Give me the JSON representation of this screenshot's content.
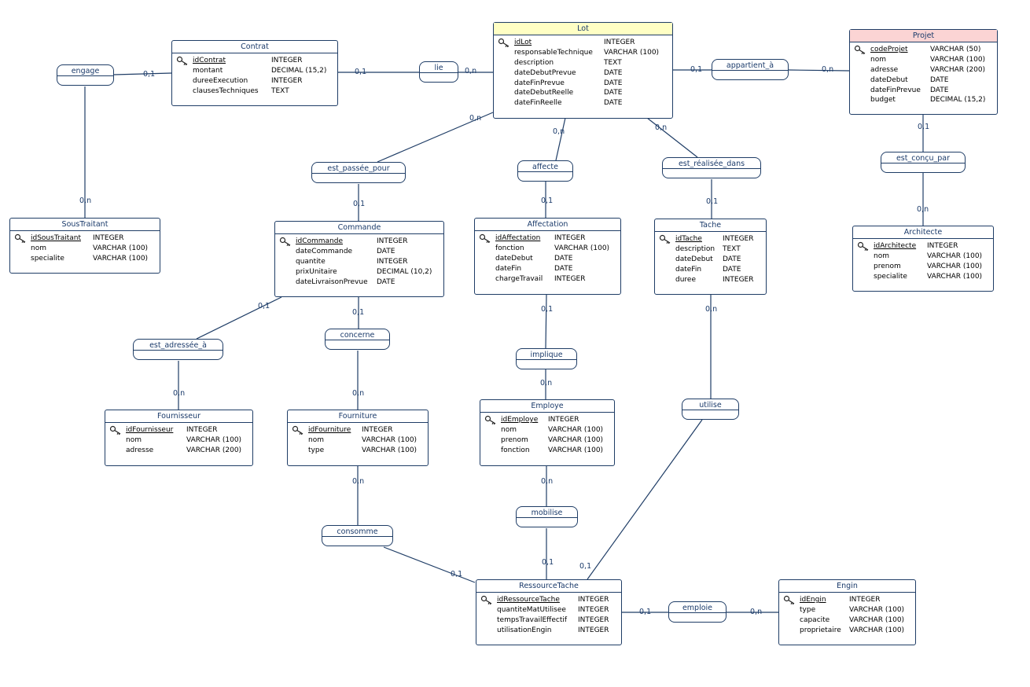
{
  "entities": [
    {
      "id": "Lot",
      "name": "Lot",
      "style": "yellow",
      "attributes": [
        {
          "name": "idLot",
          "type": "INTEGER",
          "key": true
        },
        {
          "name": "responsableTechnique",
          "type": "VARCHAR (100)"
        },
        {
          "name": "description",
          "type": "TEXT"
        },
        {
          "name": "dateDebutPrevue",
          "type": "DATE"
        },
        {
          "name": "dateFinPrevue",
          "type": "DATE"
        },
        {
          "name": "dateDebutReelle",
          "type": "DATE"
        },
        {
          "name": "dateFinReelle",
          "type": "DATE"
        }
      ]
    },
    {
      "id": "Projet",
      "name": "Projet",
      "style": "pink",
      "attributes": [
        {
          "name": "codeProjet",
          "type": "VARCHAR (50)",
          "key": true
        },
        {
          "name": "nom",
          "type": "VARCHAR (100)"
        },
        {
          "name": "adresse",
          "type": "VARCHAR (200)"
        },
        {
          "name": "dateDebut",
          "type": "DATE"
        },
        {
          "name": "dateFinPrevue",
          "type": "DATE"
        },
        {
          "name": "budget",
          "type": "DECIMAL (15,2)"
        }
      ]
    },
    {
      "id": "Contrat",
      "name": "Contrat",
      "attributes": [
        {
          "name": "idContrat",
          "type": "INTEGER",
          "key": true
        },
        {
          "name": "montant",
          "type": "DECIMAL (15,2)"
        },
        {
          "name": "dureeExecution",
          "type": "INTEGER"
        },
        {
          "name": "clausesTechniques",
          "type": "TEXT"
        }
      ]
    },
    {
      "id": "SousTraitant",
      "name": "SousTraitant",
      "attributes": [
        {
          "name": "idSousTraitant",
          "type": "INTEGER",
          "key": true
        },
        {
          "name": "nom",
          "type": "VARCHAR (100)"
        },
        {
          "name": "specialite",
          "type": "VARCHAR (100)"
        }
      ]
    },
    {
      "id": "Commande",
      "name": "Commande",
      "attributes": [
        {
          "name": "idCommande",
          "type": "INTEGER",
          "key": true
        },
        {
          "name": "dateCommande",
          "type": "DATE"
        },
        {
          "name": "quantite",
          "type": "INTEGER"
        },
        {
          "name": "prixUnitaire",
          "type": "DECIMAL (10,2)"
        },
        {
          "name": "dateLivraisonPrevue",
          "type": "DATE"
        }
      ]
    },
    {
      "id": "Affectation",
      "name": "Affectation",
      "attributes": [
        {
          "name": "idAffectation",
          "type": "INTEGER",
          "key": true
        },
        {
          "name": "fonction",
          "type": "VARCHAR (100)"
        },
        {
          "name": "dateDebut",
          "type": "DATE"
        },
        {
          "name": "dateFin",
          "type": "DATE"
        },
        {
          "name": "chargeTravail",
          "type": "INTEGER"
        }
      ]
    },
    {
      "id": "Tache",
      "name": "Tache",
      "attributes": [
        {
          "name": "idTache",
          "type": "INTEGER",
          "key": true
        },
        {
          "name": "description",
          "type": "TEXT"
        },
        {
          "name": "dateDebut",
          "type": "DATE"
        },
        {
          "name": "dateFin",
          "type": "DATE"
        },
        {
          "name": "duree",
          "type": "INTEGER"
        }
      ]
    },
    {
      "id": "Architecte",
      "name": "Architecte",
      "attributes": [
        {
          "name": "idArchitecte",
          "type": "INTEGER",
          "key": true
        },
        {
          "name": "nom",
          "type": "VARCHAR (100)"
        },
        {
          "name": "prenom",
          "type": "VARCHAR (100)"
        },
        {
          "name": "specialite",
          "type": "VARCHAR (100)"
        }
      ]
    },
    {
      "id": "Fournisseur",
      "name": "Fournisseur",
      "attributes": [
        {
          "name": "idFournisseur",
          "type": "INTEGER",
          "key": true
        },
        {
          "name": "nom",
          "type": "VARCHAR (100)"
        },
        {
          "name": "adresse",
          "type": "VARCHAR (200)"
        }
      ]
    },
    {
      "id": "Fourniture",
      "name": "Fourniture",
      "attributes": [
        {
          "name": "idFourniture",
          "type": "INTEGER",
          "key": true
        },
        {
          "name": "nom",
          "type": "VARCHAR (100)"
        },
        {
          "name": "type",
          "type": "VARCHAR (100)"
        }
      ]
    },
    {
      "id": "Employe",
      "name": "Employe",
      "attributes": [
        {
          "name": "idEmploye",
          "type": "INTEGER",
          "key": true
        },
        {
          "name": "nom",
          "type": "VARCHAR (100)"
        },
        {
          "name": "prenom",
          "type": "VARCHAR (100)"
        },
        {
          "name": "fonction",
          "type": "VARCHAR (100)"
        }
      ]
    },
    {
      "id": "RessourceTache",
      "name": "RessourceTache",
      "attributes": [
        {
          "name": "idRessourceTache",
          "type": "INTEGER",
          "key": true
        },
        {
          "name": "quantiteMatUtilisee",
          "type": "INTEGER"
        },
        {
          "name": "tempsTravailEffectif",
          "type": "INTEGER"
        },
        {
          "name": "utilisationEngin",
          "type": "INTEGER"
        }
      ]
    },
    {
      "id": "Engin",
      "name": "Engin",
      "attributes": [
        {
          "name": "idEngin",
          "type": "INTEGER",
          "key": true
        },
        {
          "name": "type",
          "type": "VARCHAR (100)"
        },
        {
          "name": "capacite",
          "type": "VARCHAR (100)"
        },
        {
          "name": "proprietaire",
          "type": "VARCHAR (100)"
        }
      ]
    }
  ],
  "relationships": [
    {
      "id": "engage",
      "label": "engage"
    },
    {
      "id": "lie",
      "label": "lie"
    },
    {
      "id": "appartient_a",
      "label": "appartient_à"
    },
    {
      "id": "est_passee_pour",
      "label": "est_passée_pour"
    },
    {
      "id": "affecte",
      "label": "affecte"
    },
    {
      "id": "est_realisee_dans",
      "label": "est_réalisée_dans"
    },
    {
      "id": "est_concu_par",
      "label": "est_conçu_par"
    },
    {
      "id": "est_adressee_a",
      "label": "est_adressée_à"
    },
    {
      "id": "concerne",
      "label": "concerne"
    },
    {
      "id": "implique",
      "label": "implique"
    },
    {
      "id": "utilise",
      "label": "utilise"
    },
    {
      "id": "consomme",
      "label": "consomme"
    },
    {
      "id": "mobilise",
      "label": "mobilise"
    },
    {
      "id": "emploie",
      "label": "emploie"
    }
  ],
  "cardinalities": [
    {
      "id": "c_engage_contrat",
      "text": "0,1"
    },
    {
      "id": "c_engage_soustraitant",
      "text": "0,n"
    },
    {
      "id": "c_lie_contrat",
      "text": "0,1"
    },
    {
      "id": "c_lie_lot",
      "text": "0,n"
    },
    {
      "id": "c_appartient_lot",
      "text": "0,1"
    },
    {
      "id": "c_appartient_projet",
      "text": "0,n"
    },
    {
      "id": "c_passee_lot",
      "text": "0,n"
    },
    {
      "id": "c_passee_commande",
      "text": "0,1"
    },
    {
      "id": "c_affecte_lot",
      "text": "0,n"
    },
    {
      "id": "c_affecte_affectation",
      "text": "0,1"
    },
    {
      "id": "c_realisee_lot",
      "text": "0,n"
    },
    {
      "id": "c_realisee_tache",
      "text": "0,1"
    },
    {
      "id": "c_concu_projet",
      "text": "0,1"
    },
    {
      "id": "c_concu_architecte",
      "text": "0,n"
    },
    {
      "id": "c_adressee_commande",
      "text": "0,1"
    },
    {
      "id": "c_adressee_fournisseur",
      "text": "0,n"
    },
    {
      "id": "c_concerne_commande",
      "text": "0,1"
    },
    {
      "id": "c_concerne_fourniture",
      "text": "0,n"
    },
    {
      "id": "c_implique_affectation",
      "text": "0,1"
    },
    {
      "id": "c_implique_employe",
      "text": "0,n"
    },
    {
      "id": "c_utilise_tache",
      "text": "0,n"
    },
    {
      "id": "c_utilise_ressource",
      "text": "0,1"
    },
    {
      "id": "c_consomme_fourniture",
      "text": "0,n"
    },
    {
      "id": "c_consomme_ressource",
      "text": "0,1"
    },
    {
      "id": "c_mobilise_employe",
      "text": "0,n"
    },
    {
      "id": "c_mobilise_ressource",
      "text": "0,1"
    },
    {
      "id": "c_emploie_ressource",
      "text": "0,1"
    },
    {
      "id": "c_emploie_engin",
      "text": "0,n"
    }
  ],
  "colors": {
    "stroke": "#1f3d66",
    "label": "#1a3a6a",
    "highlight_yellow": "#ffffc4",
    "highlight_pink": "#fbd4d4"
  }
}
